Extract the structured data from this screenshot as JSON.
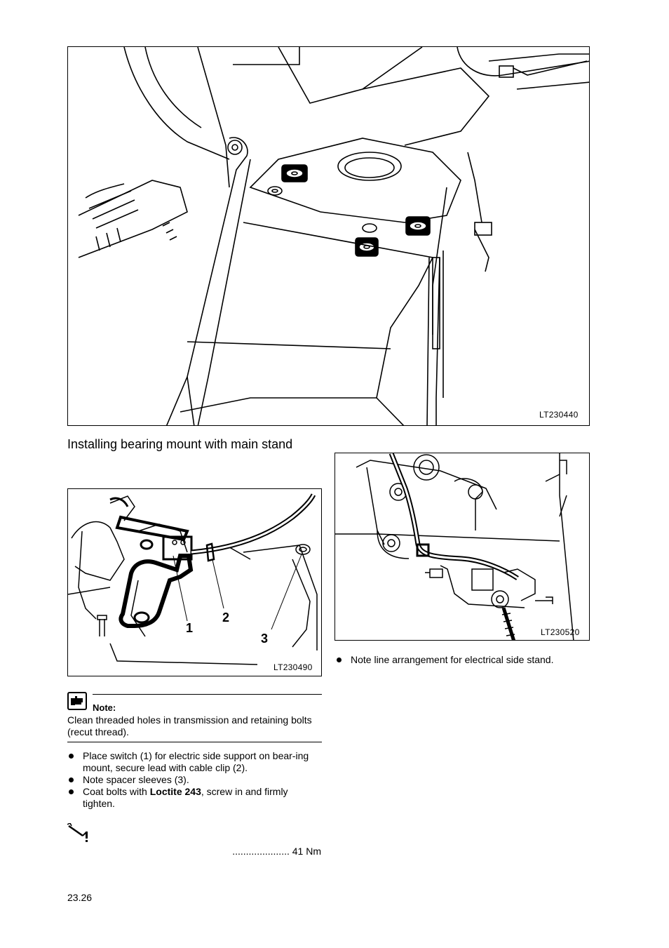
{
  "figures": {
    "top": {
      "code": "LT230440"
    },
    "left": {
      "code": "LT230490",
      "callouts": [
        "1",
        "2",
        "3"
      ]
    },
    "right": {
      "code": "LT230520"
    }
  },
  "heading": "Installing bearing mount with main stand",
  "note": {
    "title": "Note:",
    "text": "Clean threaded holes in transmission and retaining bolts (recut thread)."
  },
  "steps": {
    "s1": "Place switch (1) for electric side support on bear-ing mount, secure lead with cable clip (2).",
    "s2": "Note spacer sleeves (3).",
    "s3_pre": "Coat bolts with ",
    "s3_bold": "Loctite 243",
    "s3_post": ", screw in and firmly tighten."
  },
  "right_step": "Note line arrangement for electrical side stand.",
  "torque": "..................... 41 Nm",
  "page_number": "23.26",
  "icons": {
    "note": "note-hand-icon",
    "torque": "torque-wrench-icon"
  }
}
